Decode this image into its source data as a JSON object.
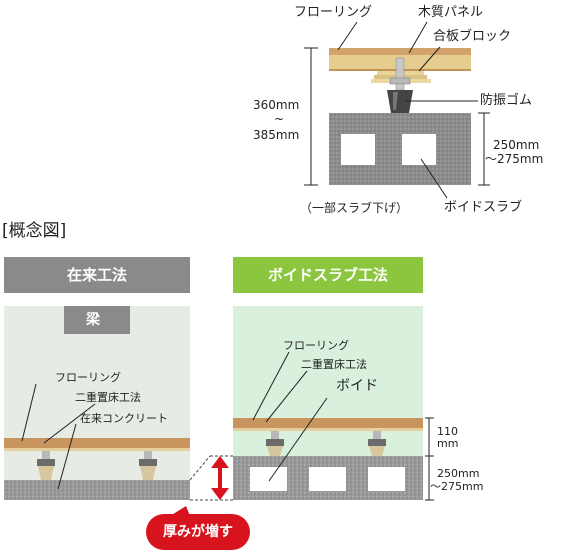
{
  "top": {
    "flooring": "フローリング",
    "wood_panel": "木質パネル",
    "plywood_block": "合板ブロック",
    "rubber": "防振ゴム",
    "height_top": "360mm",
    "height_tilde": "~",
    "height_bottom": "385mm",
    "slab_top": "250mm",
    "slab_bottom": "～275mm",
    "slab_note": "（一部スラブ下げ）",
    "void_slab": "ボイドスラブ"
  },
  "concept_label": "[概念図]",
  "left_panel": {
    "title": "在来工法",
    "beam": "梁",
    "flooring": "フローリング",
    "double_floor": "二重置床工法",
    "concrete": "在来コンクリート"
  },
  "right_panel": {
    "title": "ボイドスラブ工法",
    "flooring": "フローリング",
    "double_floor": "二重置床工法",
    "void": "ボイド",
    "dim_top_num": "110",
    "dim_top_unit": "mm",
    "dim_bottom_top": "250mm",
    "dim_bottom_bottom": "～275mm"
  },
  "badge": "厚みが増す",
  "colors": {
    "gray_title": "#8a8a8a",
    "green_title": "#8cc63f",
    "left_bg": "#e6ebe4",
    "right_bg": "#d9f0dc",
    "floor_wood": "#c9955e",
    "concrete": "#9a9a9a",
    "badge_red": "#d7141e"
  }
}
